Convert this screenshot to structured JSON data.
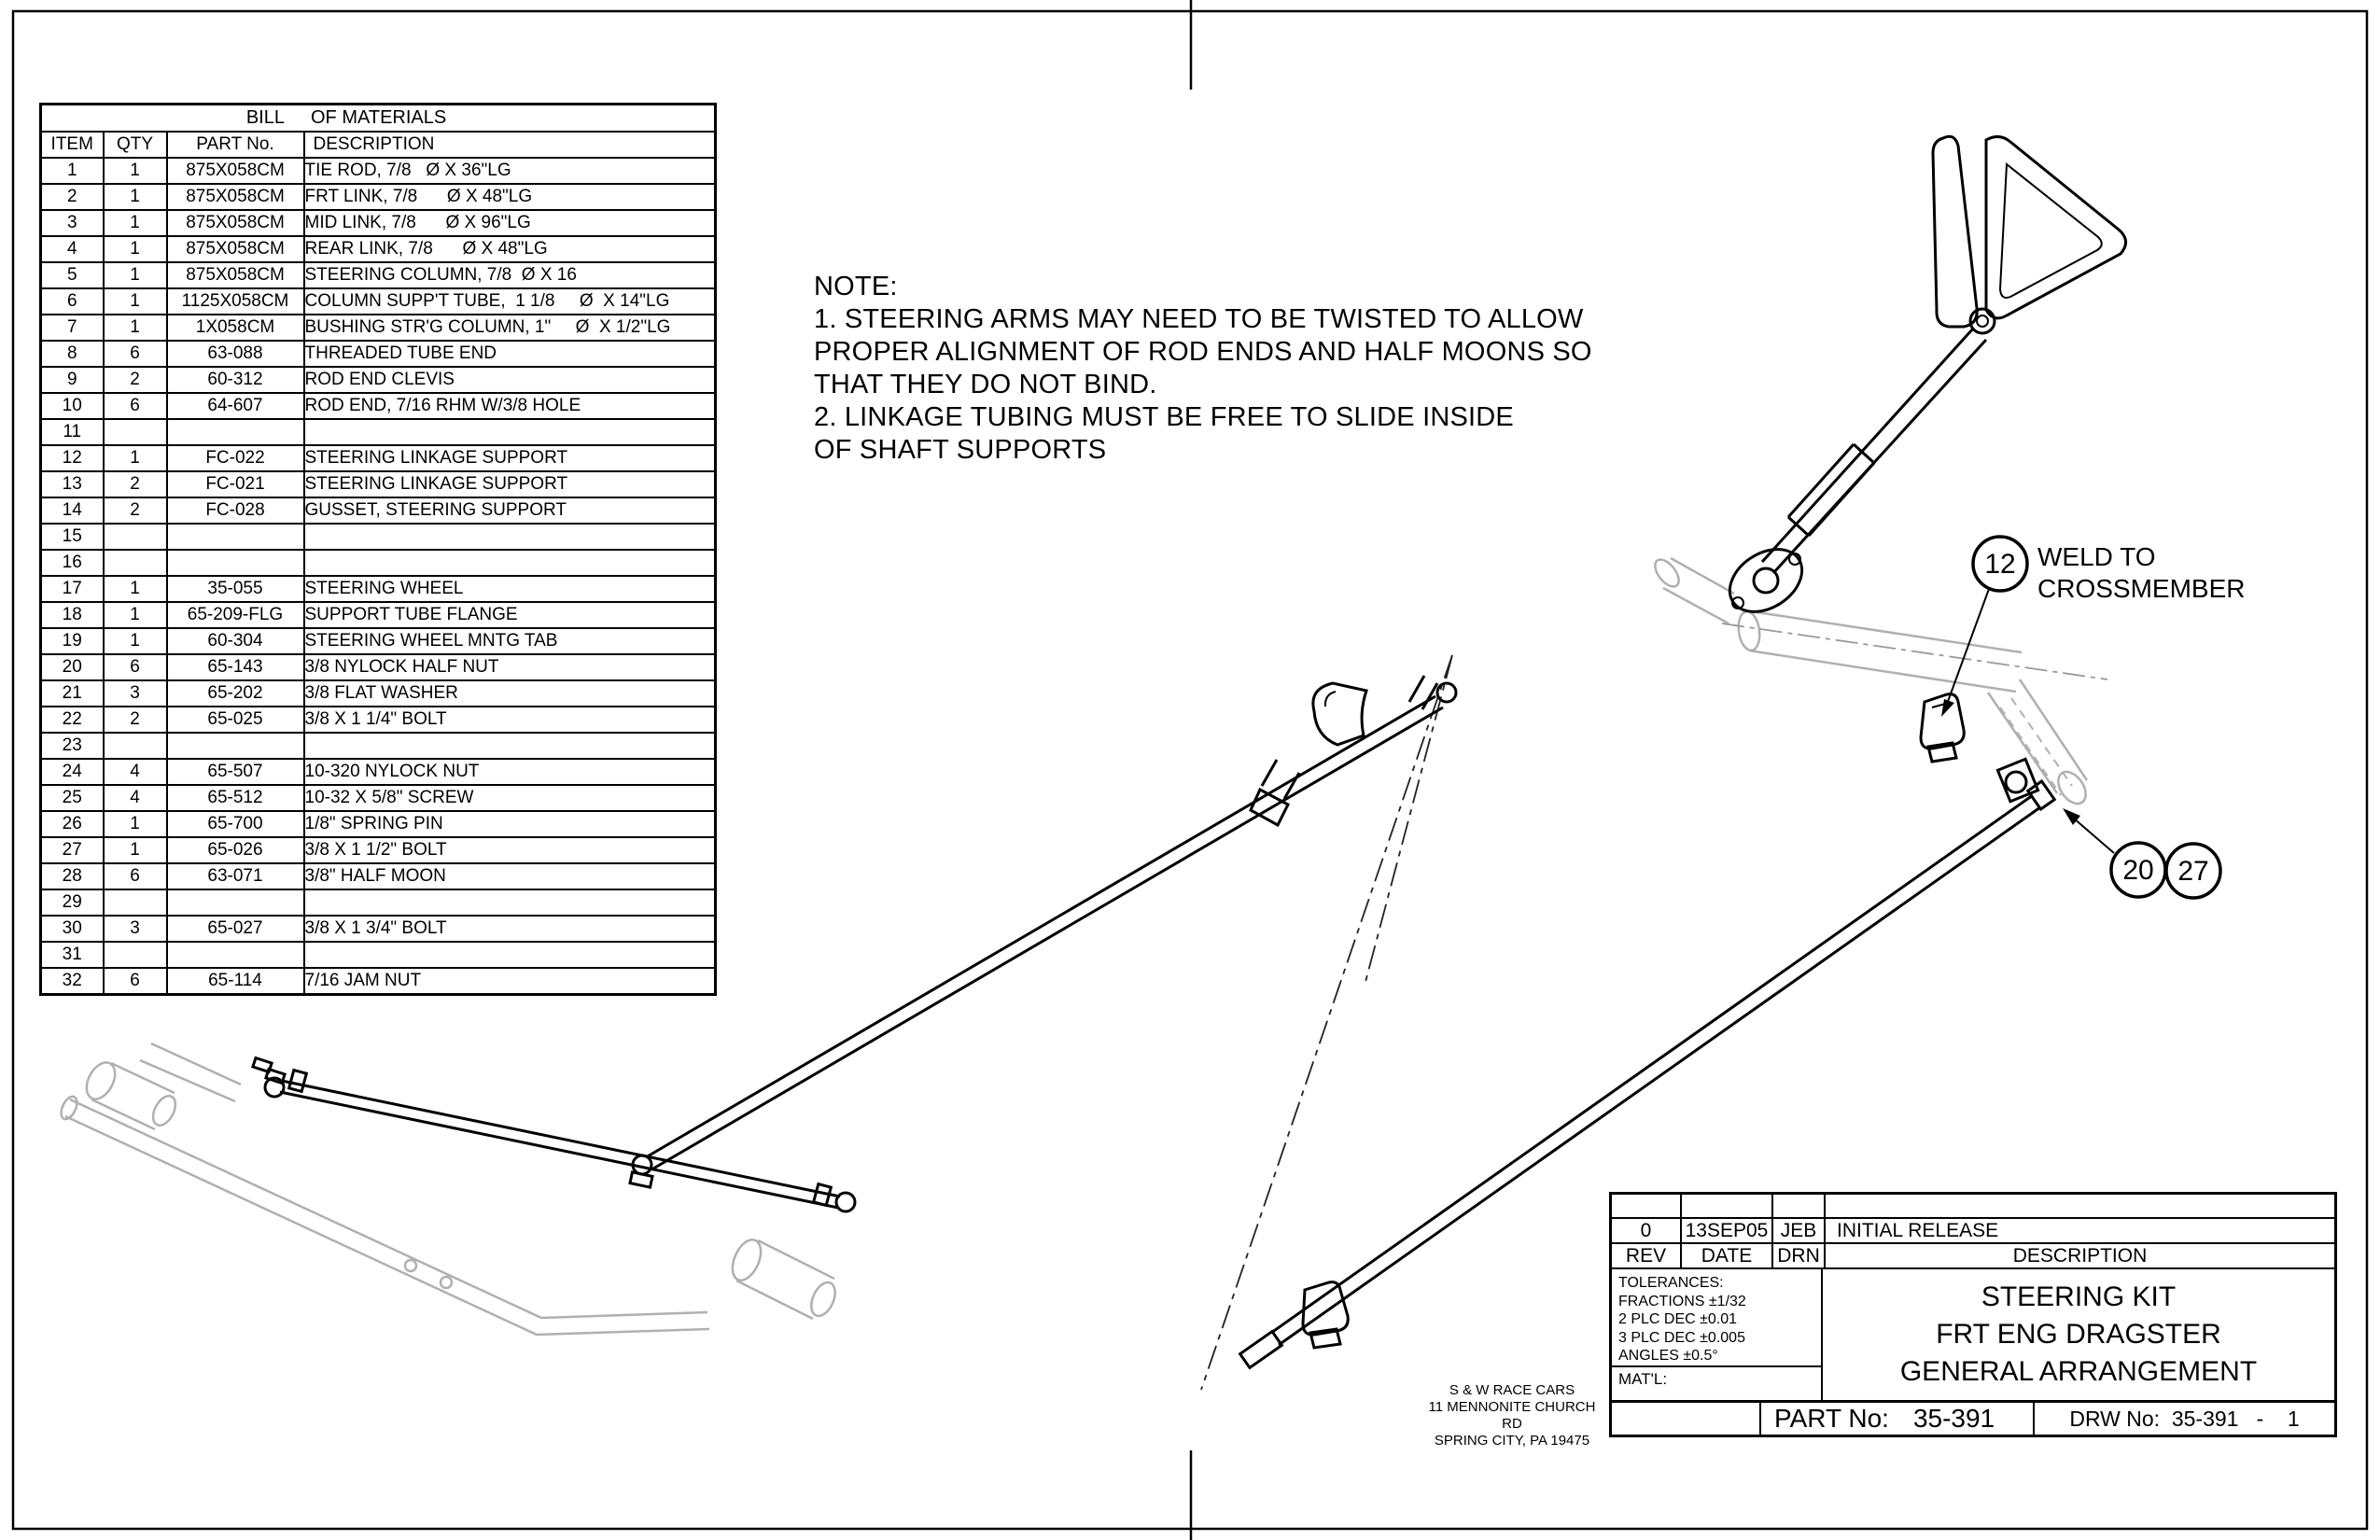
{
  "colors": {
    "line": "#000000",
    "phantom": "#b0b0b0",
    "background": "#ffffff"
  },
  "bom": {
    "title_bill": "BILL",
    "title_of": "OF MATERIALS",
    "headers": [
      "ITEM",
      "QTY",
      "PART No.",
      "DESCRIPTION"
    ],
    "rows": [
      {
        "item": "1",
        "qty": "1",
        "part": "875X058CM",
        "desc": "TIE ROD, 7/8   Ø X 36\"LG"
      },
      {
        "item": "2",
        "qty": "1",
        "part": "875X058CM",
        "desc": "FRT LINK, 7/8      Ø X 48\"LG"
      },
      {
        "item": "3",
        "qty": "1",
        "part": "875X058CM",
        "desc": "MID LINK, 7/8      Ø X 96\"LG"
      },
      {
        "item": "4",
        "qty": "1",
        "part": "875X058CM",
        "desc": "REAR LINK, 7/8      Ø X 48\"LG"
      },
      {
        "item": "5",
        "qty": "1",
        "part": "875X058CM",
        "desc": "STEERING COLUMN, 7/8  Ø X 16"
      },
      {
        "item": "6",
        "qty": "1",
        "part": "1125X058CM",
        "desc": "COLUMN SUPP'T TUBE,  1 1/8     Ø  X 14\"LG"
      },
      {
        "item": "7",
        "qty": "1",
        "part": "1X058CM",
        "desc": "BUSHING STR'G COLUMN, 1\"     Ø  X 1/2\"LG"
      },
      {
        "item": "8",
        "qty": "6",
        "part": "63-088",
        "desc": "THREADED TUBE END"
      },
      {
        "item": "9",
        "qty": "2",
        "part": "60-312",
        "desc": "ROD END CLEVIS"
      },
      {
        "item": "10",
        "qty": "6",
        "part": "64-607",
        "desc": "ROD END, 7/16 RHM W/3/8 HOLE"
      },
      {
        "item": "11",
        "qty": "",
        "part": "",
        "desc": ""
      },
      {
        "item": "12",
        "qty": "1",
        "part": "FC-022",
        "desc": "STEERING LINKAGE SUPPORT"
      },
      {
        "item": "13",
        "qty": "2",
        "part": "FC-021",
        "desc": "STEERING LINKAGE SUPPORT"
      },
      {
        "item": "14",
        "qty": "2",
        "part": "FC-028",
        "desc": "GUSSET, STEERING SUPPORT"
      },
      {
        "item": "15",
        "qty": "",
        "part": "",
        "desc": ""
      },
      {
        "item": "16",
        "qty": "",
        "part": "",
        "desc": ""
      },
      {
        "item": "17",
        "qty": "1",
        "part": "35-055",
        "desc": "STEERING WHEEL"
      },
      {
        "item": "18",
        "qty": "1",
        "part": "65-209-FLG",
        "desc": "SUPPORT TUBE FLANGE"
      },
      {
        "item": "19",
        "qty": "1",
        "part": "60-304",
        "desc": "STEERING WHEEL MNTG TAB"
      },
      {
        "item": "20",
        "qty": "6",
        "part": "65-143",
        "desc": "3/8 NYLOCK HALF NUT"
      },
      {
        "item": "21",
        "qty": "3",
        "part": "65-202",
        "desc": "3/8 FLAT WASHER"
      },
      {
        "item": "22",
        "qty": "2",
        "part": "65-025",
        "desc": "3/8 X 1 1/4\" BOLT"
      },
      {
        "item": "23",
        "qty": "",
        "part": "",
        "desc": ""
      },
      {
        "item": "24",
        "qty": "4",
        "part": "65-507",
        "desc": "10-320 NYLOCK NUT"
      },
      {
        "item": "25",
        "qty": "4",
        "part": "65-512",
        "desc": "10-32 X 5/8\" SCREW"
      },
      {
        "item": "26",
        "qty": "1",
        "part": "65-700",
        "desc": "1/8\" SPRING PIN"
      },
      {
        "item": "27",
        "qty": "1",
        "part": "65-026",
        "desc": "3/8 X 1 1/2\" BOLT"
      },
      {
        "item": "28",
        "qty": "6",
        "part": "63-071",
        "desc": "3/8\" HALF MOON"
      },
      {
        "item": "29",
        "qty": "",
        "part": "",
        "desc": ""
      },
      {
        "item": "30",
        "qty": "3",
        "part": "65-027",
        "desc": "3/8 X 1 3/4\" BOLT"
      },
      {
        "item": "31",
        "qty": "",
        "part": "",
        "desc": ""
      },
      {
        "item": "32",
        "qty": "6",
        "part": "65-114",
        "desc": "7/16 JAM NUT"
      }
    ]
  },
  "note": {
    "lines": [
      "NOTE:",
      "1. STEERING ARMS MAY NEED TO BE TWISTED TO ALLOW",
      "PROPER ALIGNMENT OF ROD ENDS AND HALF MOONS SO",
      "THAT THEY DO NOT BIND.",
      "2. LINKAGE TUBING MUST BE FREE TO SLIDE INSIDE",
      "OF SHAFT SUPPORTS"
    ]
  },
  "callouts": {
    "balloon_12": "12",
    "balloon_20": "20",
    "balloon_27": "27",
    "weld_lines": [
      "WELD TO",
      "CROSSMEMBER"
    ]
  },
  "title_block": {
    "rev_row": {
      "rev": "0",
      "date": "13SEP05",
      "drn": "JEB",
      "description": "INITIAL RELEASE"
    },
    "rev_headers": [
      "REV",
      "DATE",
      "DRN",
      "DESCRIPTION"
    ],
    "tolerances_lines": [
      "TOLERANCES:",
      "FRACTIONS ±1/32",
      "2 PLC DEC  ±0.01",
      "3 PLC DEC  ±0.005",
      "ANGLES ±0.5°"
    ],
    "title_lines": [
      "STEERING KIT",
      "FRT ENG DRAGSTER",
      "GENERAL ARRANGEMENT"
    ],
    "matl_label": "MAT'L:",
    "part_label": "PART No:",
    "part_value": "35-391",
    "drw_text": "DRW No:  35-391   -    1"
  },
  "company": {
    "lines": [
      "S  & W RACE CARS",
      "11 MENNONITE CHURCH RD",
      "SPRING CITY, PA 19475"
    ]
  }
}
